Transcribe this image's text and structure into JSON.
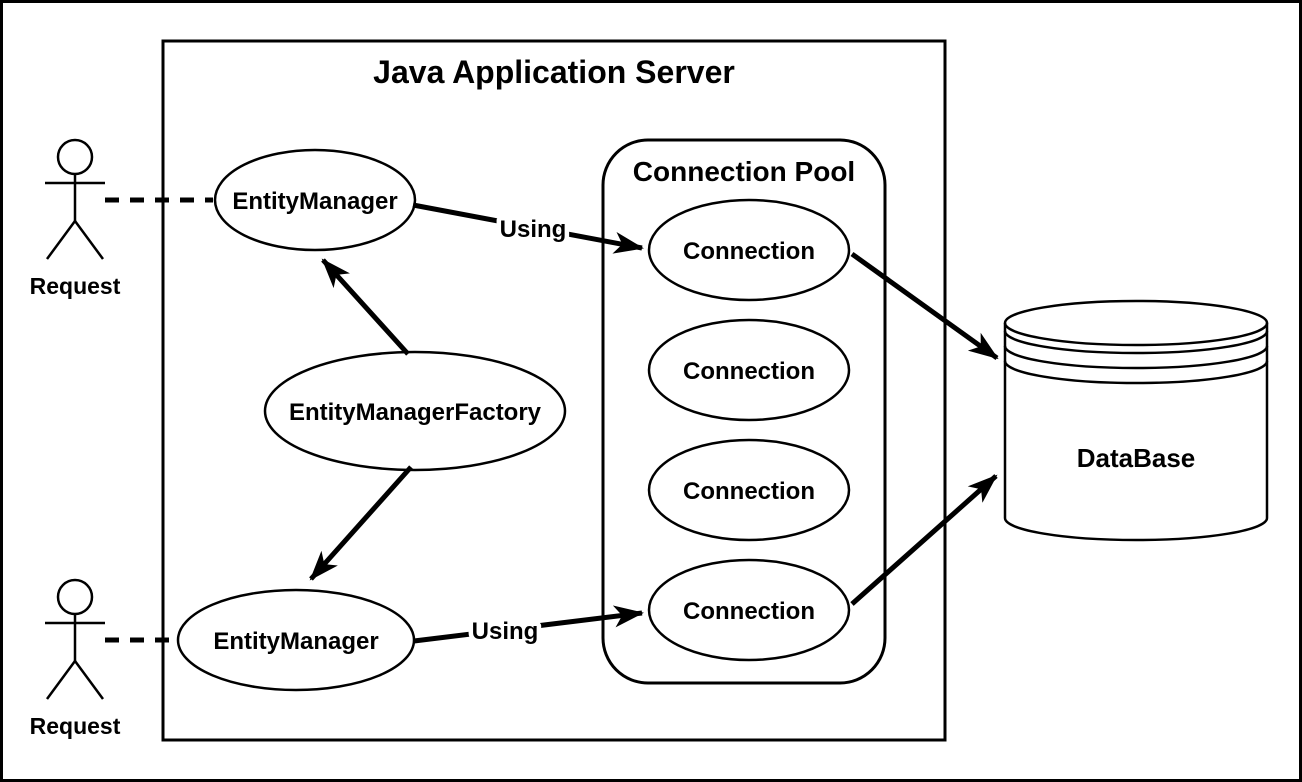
{
  "diagram": {
    "background": "#ffffff",
    "stroke_color": "#000000",
    "server_box": {
      "title": "Java Application Server"
    },
    "connection_pool": {
      "title": "Connection Pool",
      "connections": [
        "Connection",
        "Connection",
        "Connection",
        "Connection"
      ]
    },
    "actors": {
      "top_label": "Request",
      "bottom_label": "Request"
    },
    "nodes": {
      "entity_manager_top": "EntityManager",
      "entity_manager_bottom": "EntityManager",
      "entity_manager_factory": "EntityManagerFactory",
      "database": "DataBase"
    },
    "edge_labels": {
      "using_top": "Using",
      "using_bottom": "Using"
    }
  }
}
